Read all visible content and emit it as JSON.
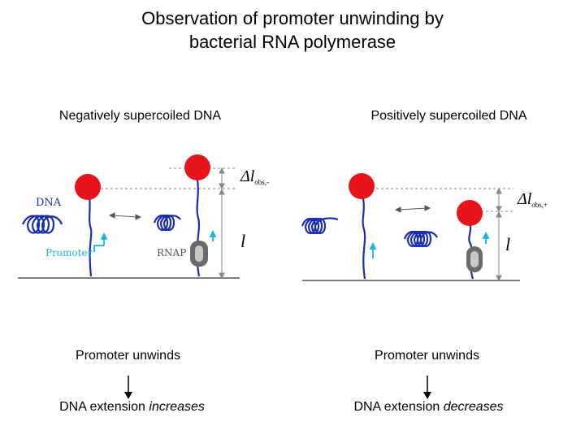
{
  "title": {
    "line1": "Observation of promoter unwinding by",
    "line2": "bacterial RNA polymerase"
  },
  "left_panel": {
    "heading": "Negatively supercoiled DNA",
    "dna_label": "DNA",
    "promoter_label": "Promoter",
    "rnap_label": "RNAP",
    "length_label": "l",
    "delta_label": "Δl",
    "delta_subscript": "obs,-",
    "outcome_line1": "Promoter unwinds",
    "outcome_prefix": "DNA extension ",
    "outcome_emphasis": "increases"
  },
  "right_panel": {
    "heading": "Positively supercoiled DNA",
    "length_label": "l",
    "delta_label": "Δl",
    "delta_subscript": "obs,+",
    "outcome_line1": "Promoter unwinds",
    "outcome_prefix": "DNA extension ",
    "outcome_emphasis": "decreases"
  },
  "colors": {
    "dna": "#1a2fb0",
    "bead": "#e8141c",
    "promoter": "#1ab4e0",
    "rnap_outer": "#6a6a6a",
    "rnap_inner": "#c8c8c8",
    "dashed": "#888888",
    "surface": "#555555"
  }
}
